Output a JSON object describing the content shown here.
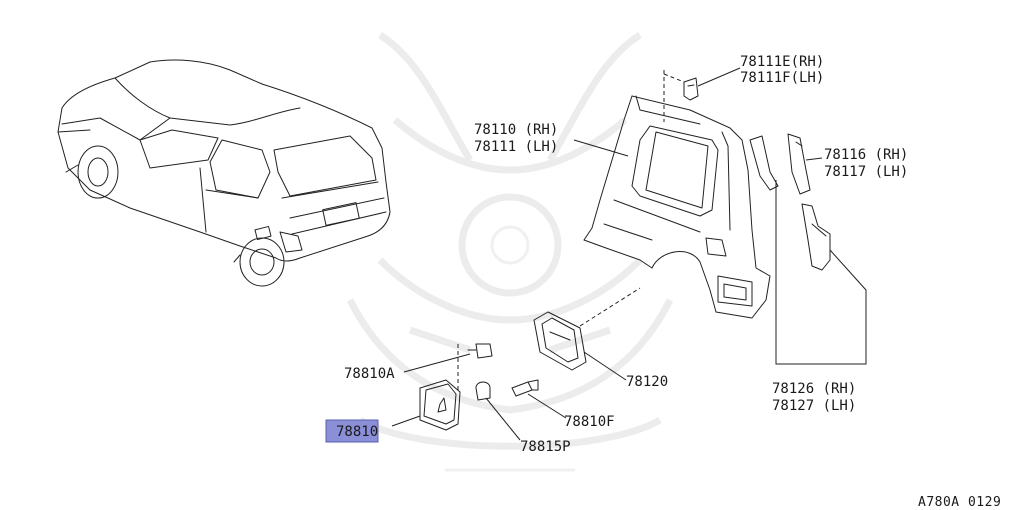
{
  "labels": {
    "p78111": "78111E(RH)",
    "p78111f": "78111F(LH)",
    "p78110": "78110 (RH)",
    "p78111b": "78111 (LH)",
    "p78116": "78116 (RH)",
    "p78117": "78117 (LH)",
    "p78126": "78126 (RH)",
    "p78127": "78127 (LH)",
    "p78120": "78120",
    "p78810a": "78810A",
    "p78810": "78810",
    "p78810f": "78810F",
    "p78815p": "78815P"
  },
  "highlight_color": "#8a8fd8",
  "diagram_code": "A780A 0129"
}
